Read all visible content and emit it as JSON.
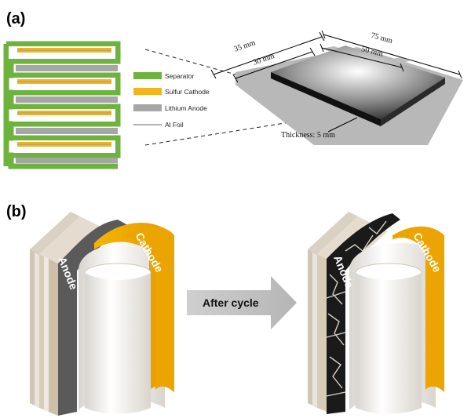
{
  "panel_a": {
    "label": "(a)",
    "legend": {
      "separator": "Separator",
      "cathode": "Sulfur Cathode",
      "anode": "Lithium Anode",
      "foil": "Al Foil"
    },
    "dimensions": {
      "outer_width": "35 mm",
      "inner_width": "30 mm",
      "outer_length": "75 mm",
      "inner_length": "50 mm",
      "thickness": "Thickness: 5 mm"
    }
  },
  "panel_b": {
    "label": "(b)",
    "anode_label": "Anode",
    "cathode_label": "Cathode",
    "arrow_label": "After cycle"
  },
  "colors": {
    "separator": "#6fb33f",
    "cathode": "#f2b61d",
    "anode": "#a6a6a6",
    "foil": "#9a9a9a",
    "cathode_sheet": "#e8a200",
    "anode_sheet": "#555555"
  }
}
